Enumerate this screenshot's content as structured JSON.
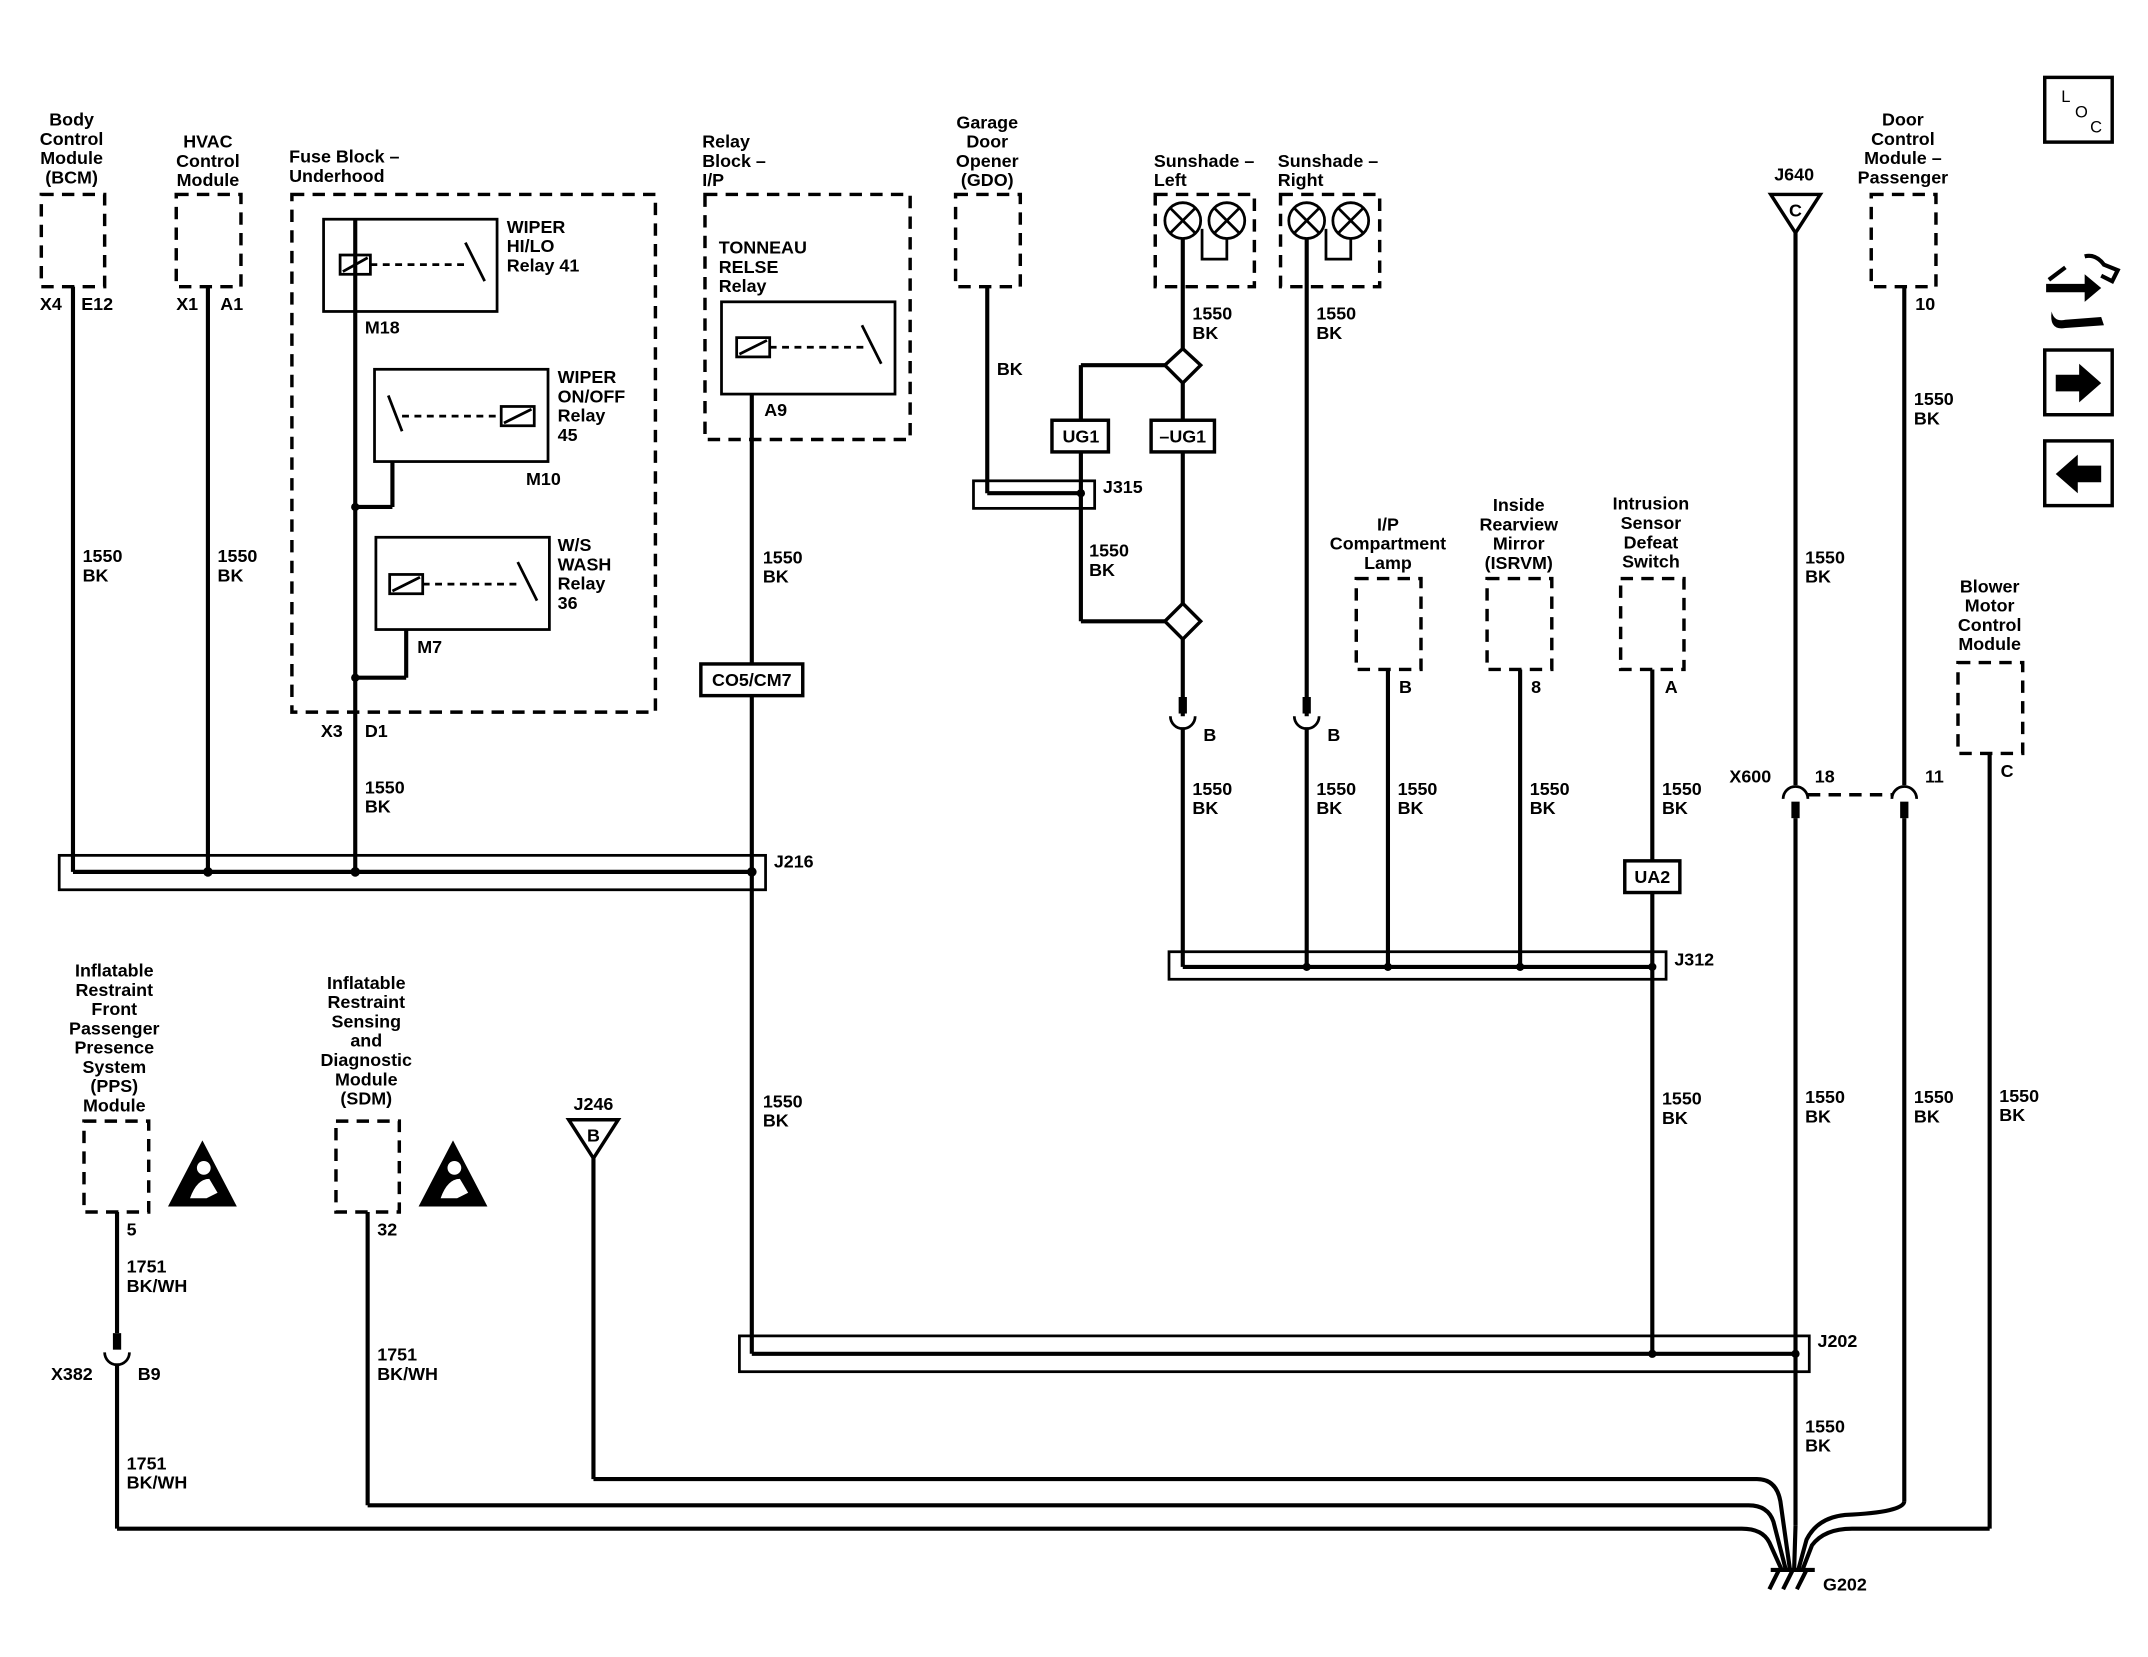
{
  "colors": {
    "line": "#000000",
    "background": "#ffffff"
  },
  "icons": [
    "loc-icon",
    "diagnostic-wrench-icon",
    "arrow-right-icon",
    "arrow-left-icon",
    "air-bag-warning-icon",
    "ground-icon",
    "splice-diamond-icon",
    "bulb-icon"
  ],
  "components": {
    "bcm": {
      "lines": [
        "Body",
        "Control",
        "Module",
        "(BCM)"
      ],
      "conn": "X4",
      "pin": "E12"
    },
    "hvac": {
      "lines": [
        "HVAC",
        "Control",
        "Module"
      ],
      "conn": "X1",
      "pin": "A1"
    },
    "fuse_block": {
      "lines": [
        "Fuse Block –",
        "Underhood"
      ],
      "conn": "X3",
      "pin": "D1",
      "wiper_hilo": {
        "lines": [
          "WIPER",
          "HI/LO",
          "Relay 41"
        ],
        "pin": "M18"
      },
      "wiper_onoff": {
        "lines": [
          "WIPER",
          "ON/OFF",
          "Relay",
          "45"
        ],
        "pin": "M10"
      },
      "ws_wash": {
        "lines": [
          "W/S",
          "WASH",
          "Relay",
          "36"
        ],
        "pin": "M7"
      }
    },
    "relay_block": {
      "lines": [
        "Relay",
        "Block –",
        "I/P"
      ],
      "tonneau": {
        "lines": [
          "TONNEAU",
          "RELSE",
          "Relay"
        ],
        "pin": "A9"
      },
      "inline_conn": "CO5/CM7"
    },
    "gdo": {
      "lines": [
        "Garage",
        "Door",
        "Opener",
        "(GDO)"
      ],
      "wire": "BK"
    },
    "sunshade_left": {
      "lines": [
        "Sunshade –",
        "Left"
      ]
    },
    "sunshade_right": {
      "lines": [
        "Sunshade –",
        "Right"
      ]
    },
    "ip_lamp": {
      "lines": [
        "I/P",
        "Compartment",
        "Lamp"
      ],
      "pin": "B"
    },
    "isrvm": {
      "lines": [
        "Inside",
        "Rearview",
        "Mirror",
        "(ISRVM)"
      ],
      "pin": "8"
    },
    "intrusion": {
      "lines": [
        "Intrusion",
        "Sensor",
        "Defeat",
        "Switch"
      ],
      "pin": "A"
    },
    "door_module": {
      "lines": [
        "Door",
        "Control",
        "Module –",
        "Passenger"
      ],
      "pin": "10"
    },
    "blower": {
      "lines": [
        "Blower",
        "Motor",
        "Control",
        "Module"
      ],
      "pin": "C"
    },
    "pps": {
      "lines": [
        "Inflatable",
        "Restraint",
        "Front",
        "Passenger",
        "Presence",
        "System",
        "(PPS)",
        "Module"
      ],
      "pin": "5"
    },
    "sdm": {
      "lines": [
        "Inflatable",
        "Restraint",
        "Sensing",
        "and",
        "Diagnostic",
        "Module",
        "(SDM)"
      ],
      "pin": "32"
    }
  },
  "wire": {
    "circuit": "1550",
    "color": "BK",
    "circuit2": "1751",
    "color2": "BK/WH"
  },
  "connectors": {
    "j640": "J640",
    "j640_pin": "C",
    "j246": "J246",
    "j246_pin": "B",
    "j315": "J315",
    "j216": "J216",
    "j312": "J312",
    "j202": "J202",
    "ug1": "UG1",
    "ug1_neg": "–UG1",
    "ua2": "UA2",
    "x600": "X600",
    "x600_pin1": "18",
    "x600_pin2": "11",
    "x382": "X382",
    "x382_pin": "B9",
    "sun_pin": "B",
    "ground": "G202"
  },
  "nav": {
    "loc": {
      "l": "L",
      "o": "O",
      "c": "C"
    }
  }
}
